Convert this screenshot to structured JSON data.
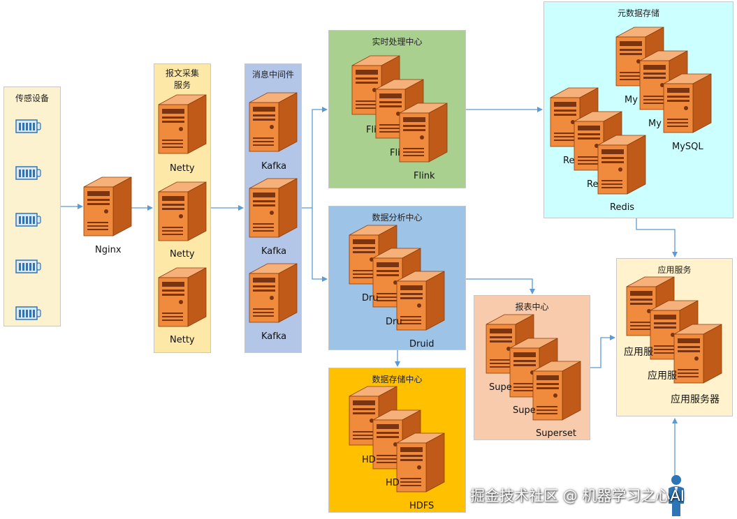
{
  "panels": {
    "sensor": {
      "title": "传感设备"
    },
    "collect": {
      "title": "报文采集\n服务"
    },
    "mq": {
      "title": "消息中间件"
    },
    "realtime": {
      "title": "实时处理中心"
    },
    "analysis": {
      "title": "数据分析中心"
    },
    "storage": {
      "title": "数据存储中心"
    },
    "report": {
      "title": "报表中心"
    },
    "meta": {
      "title": "元数据存储"
    },
    "app": {
      "title": "应用服务"
    }
  },
  "nodes": {
    "nginx": "Nginx",
    "netty": "Netty",
    "kafka": "Kafka",
    "flink": "Flink",
    "druid": "Druid",
    "hdfs": "HDFS",
    "superset": "Superset",
    "mysql": "MySQL",
    "redis": "Redis",
    "app_server": "应用服务器"
  },
  "partial": {
    "flink_1": "Fli",
    "flink_2": "Fli",
    "druid_1": "Dru",
    "druid_2": "Dru",
    "hdfs_1": "HD",
    "hdfs_2": "HD",
    "superset_1": "Supe",
    "superset_2": "Supe",
    "mysql_1": "My",
    "mysql_2": "My",
    "redis_1": "Re",
    "redis_2": "Re",
    "app_1": "应用服",
    "app_2": "应用服"
  },
  "watermark": "掘金技术社区 @ 机器学习之心AI",
  "colors": {
    "sensor_bg": "#fdf2d0",
    "collect_bg": "#fde8a8",
    "mq_bg": "#b4c6e7",
    "realtime_bg": "#a9d08e",
    "analysis_bg": "#9dc3e6",
    "storage_bg": "#ffc000",
    "report_bg": "#f8cbad",
    "meta_bg": "#ccffff",
    "app_bg": "#fff2cc",
    "arrow": "#5b9bd5",
    "server_front": "#f08a3c",
    "server_side": "#c05a18",
    "server_top": "#f6b07a"
  },
  "icons": [
    "server-icon",
    "sensor-device-icon",
    "user-icon"
  ]
}
